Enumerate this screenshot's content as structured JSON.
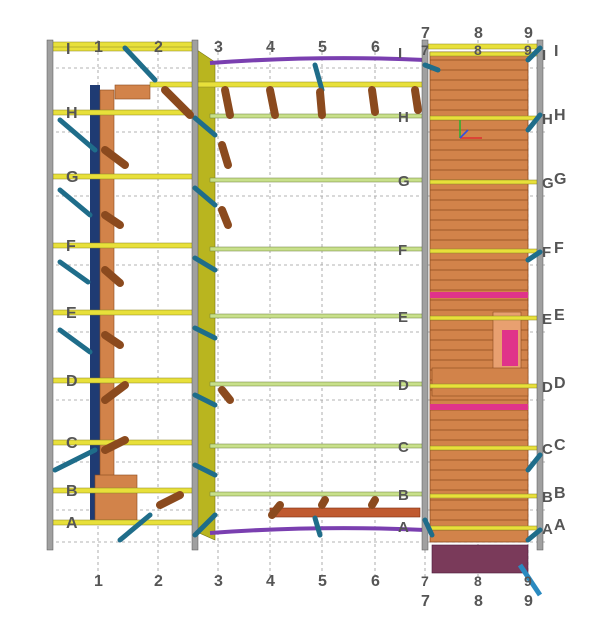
{
  "grid": {
    "columns": [
      "1",
      "2",
      "3",
      "4",
      "5",
      "6",
      "7",
      "8",
      "9"
    ],
    "rows": [
      "A",
      "B",
      "C",
      "D",
      "E",
      "F",
      "G",
      "H",
      "I"
    ]
  },
  "colors": {
    "background": "#ffffff",
    "grid": "#9a9a9a",
    "label": "#555555",
    "beam_yellow": "#e8e03a",
    "beam_light_green": "#c8e08a",
    "beam_purple": "#7a3fb0",
    "brace_teal": "#1f6d8a",
    "column_steel": "#a0a0a0",
    "pile_brown": "#8b4a1e",
    "wall_blue": "#1f3b73",
    "wall_olive": "#b9b51f",
    "slab_orange": "#d2834a",
    "accent_magenta": "#e0338a",
    "axis_red": "#e03030",
    "axis_green": "#30b030",
    "axis_blue": "#3050e0"
  },
  "icons": {
    "axis_gizmo": "xyz-axis-icon"
  }
}
